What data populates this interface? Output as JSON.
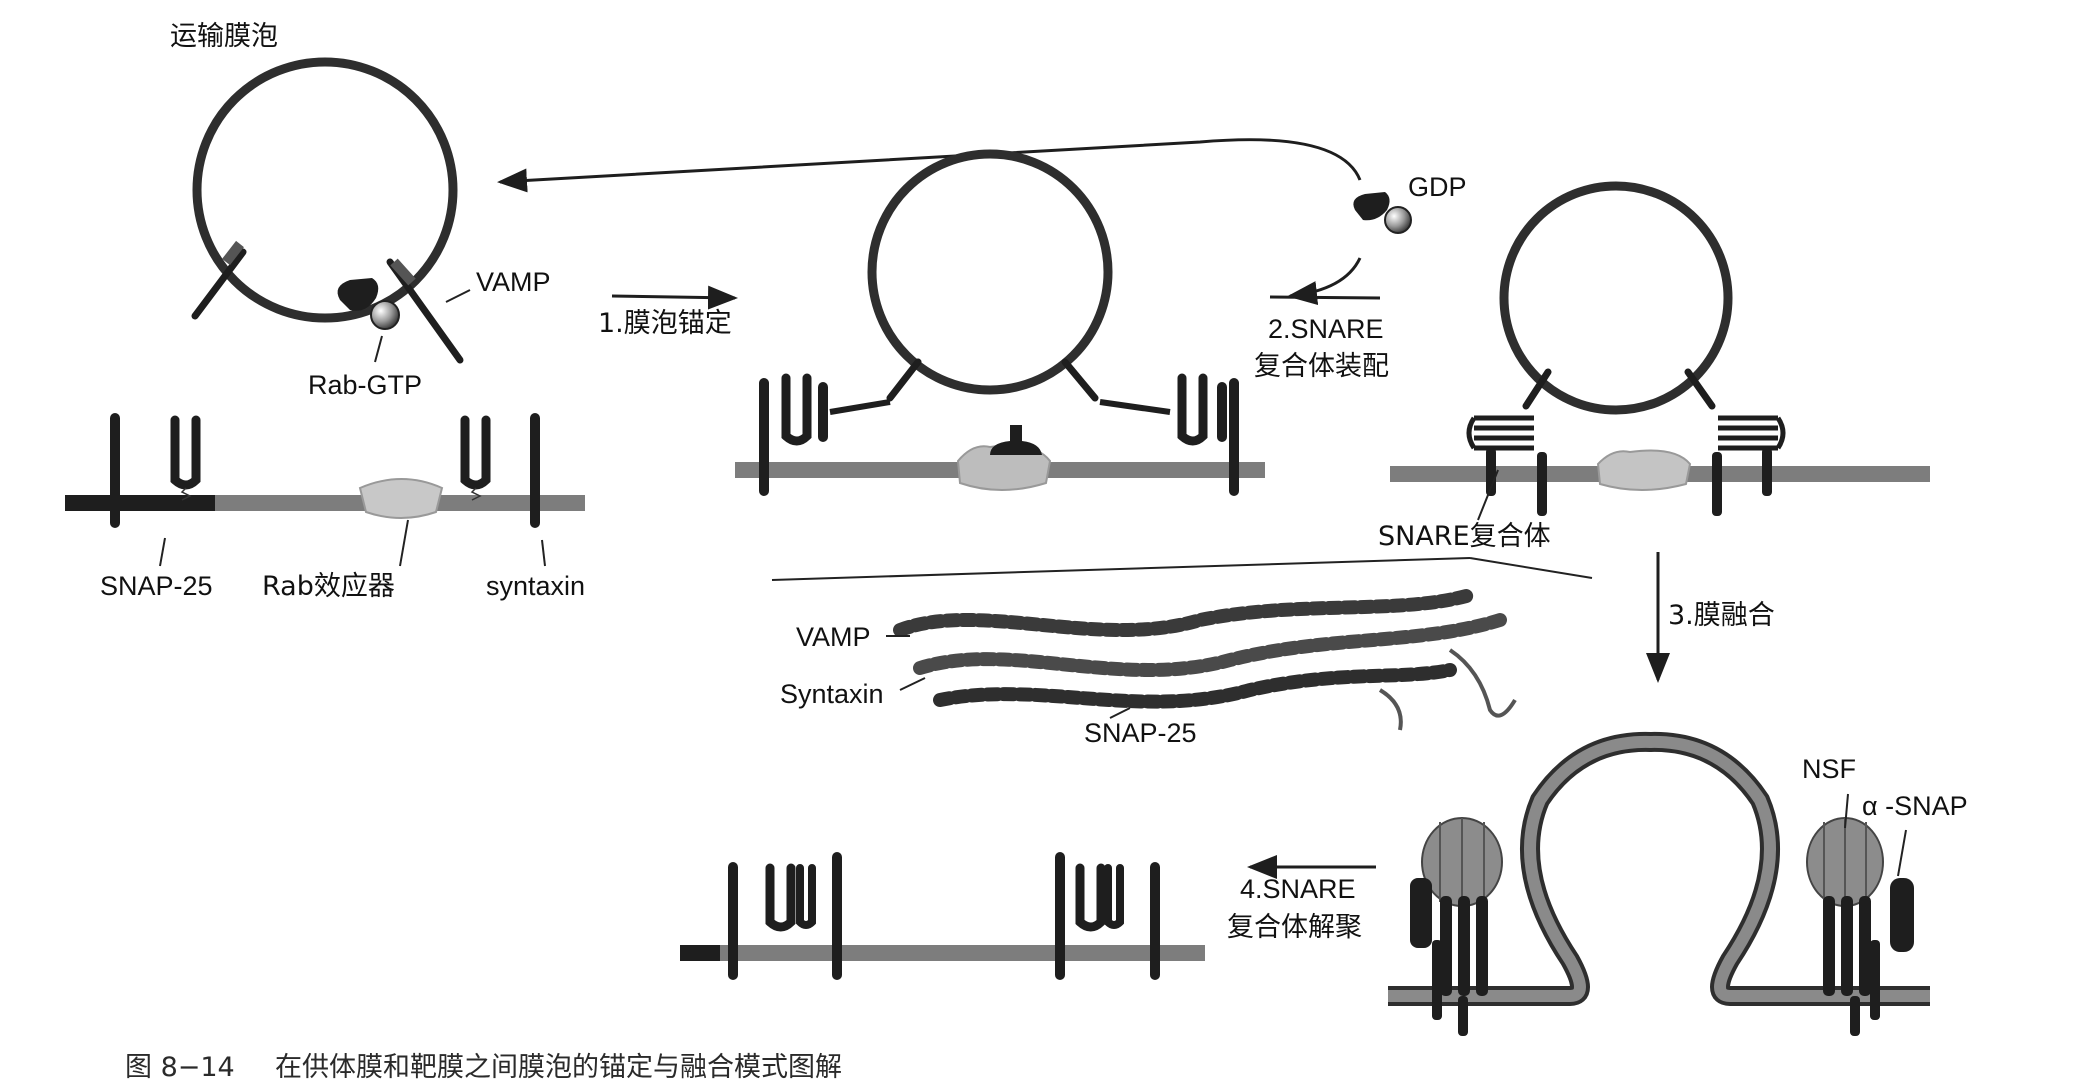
{
  "colors": {
    "vesicle_stroke": "#2e2e2e",
    "membrane": "#7a7a7a",
    "protein_dark": "#1e1e1e",
    "rab_effector": "#c8c8c8",
    "nsf": "#8c8c8c",
    "background": "#ffffff"
  },
  "labels": {
    "transport_vesicle": "运输膜泡",
    "vamp_1": "VAMP",
    "rab_gtp": "Rab-GTP",
    "snap25_1": "SNAP-25",
    "rab_effector": "Rab效应器",
    "syntaxin_1": "syntaxin",
    "gdp": "GDP",
    "snare_complex": "SNARE复合体",
    "vamp_2": "VAMP",
    "syntaxin_2": "Syntaxin",
    "snap25_2": "SNAP-25",
    "nsf": "NSF",
    "alpha_snap": "α -SNAP"
  },
  "steps": {
    "step1": "1.膜泡锚定",
    "step2_line1": "2.SNARE",
    "step2_line2": "复合体装配",
    "step3": "3.膜融合",
    "step4_line1": "4.SNARE",
    "step4_line2": "复合体解聚"
  },
  "caption": {
    "figure_number": "图 8−14",
    "text": "在供体膜和靶膜之间膜泡的锚定与融合模式图解"
  }
}
